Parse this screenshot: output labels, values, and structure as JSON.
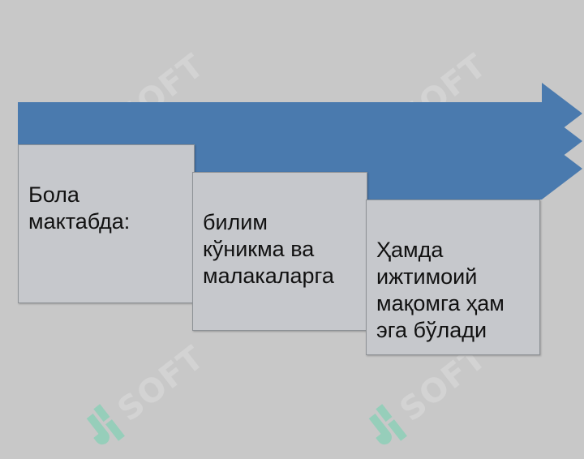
{
  "colors": {
    "background": "#c8c8c8",
    "arrow_fill": "#4a7aae",
    "box_fill": "#c6c8cc",
    "watermark_green": "#6fd3b0",
    "watermark_text": "#dcdcdc"
  },
  "watermark": {
    "text": "SOFT"
  },
  "steps": [
    {
      "text": "Бола\nмактабда:"
    },
    {
      "text": "билим\nкўникма ва\nмалакаларга"
    },
    {
      "text": "Ҳамда\nижтимоий\nмақомга ҳам\nэга бўлади"
    }
  ]
}
